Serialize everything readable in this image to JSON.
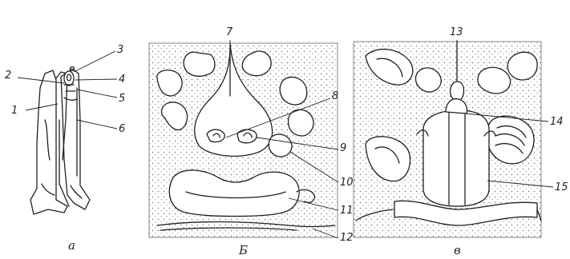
{
  "panels": [
    {
      "id": "a",
      "caption": "a"
    },
    {
      "id": "b",
      "caption": "Б"
    },
    {
      "id": "c",
      "caption": "в"
    }
  ],
  "labels": [
    "1",
    "2",
    "3",
    "4",
    "5",
    "6",
    "7",
    "8",
    "9",
    "10",
    "11",
    "12",
    "13",
    "14",
    "15"
  ],
  "colors": {
    "ink": "#1f1f1f",
    "paper": "#ffffff",
    "stipple": "#6a6a6a"
  }
}
